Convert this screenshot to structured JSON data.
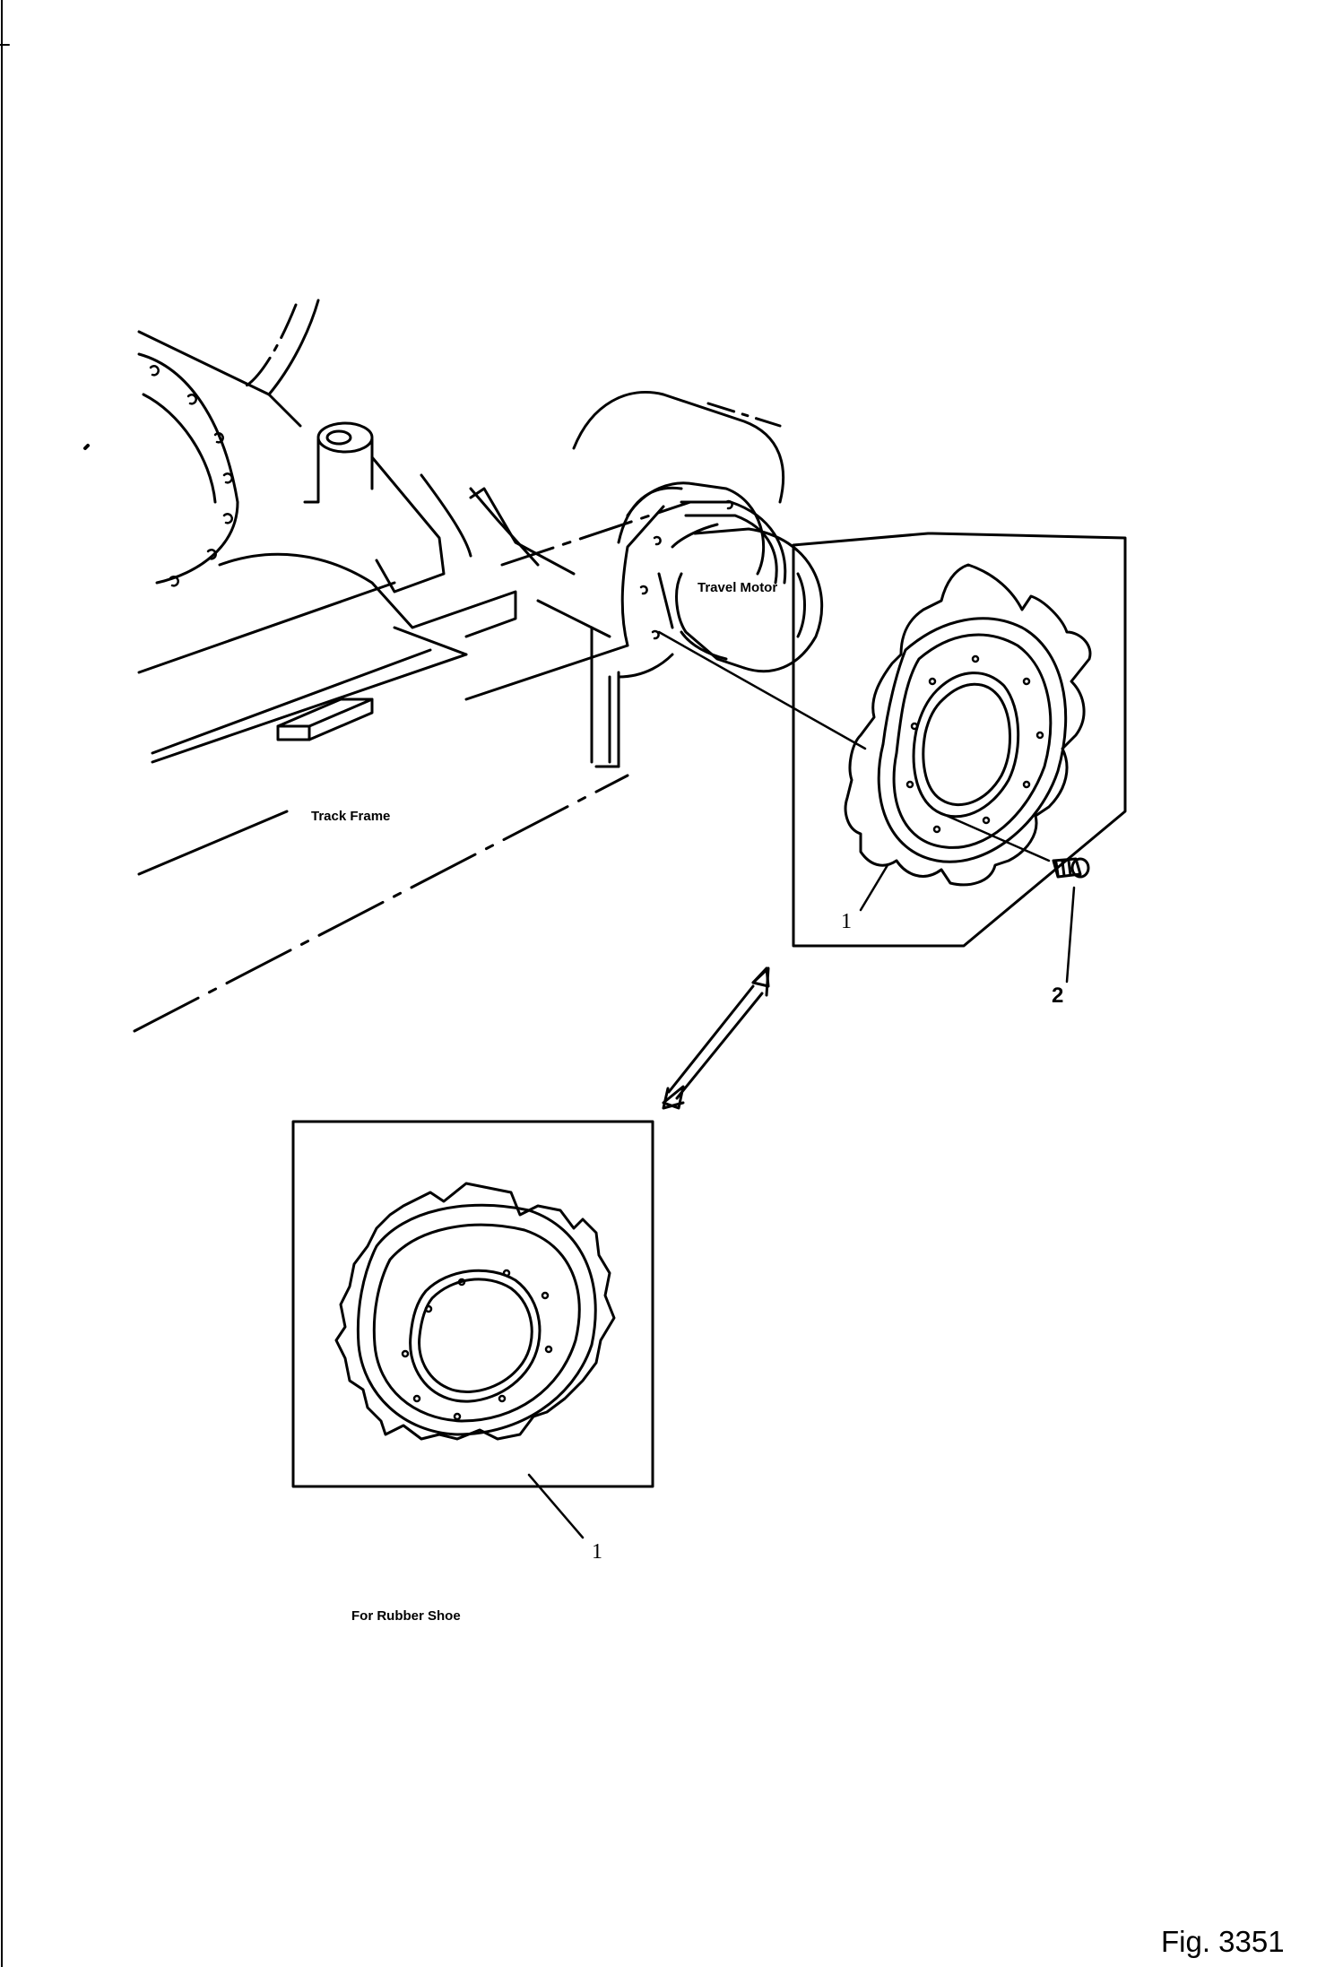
{
  "labels": {
    "travel_motor": "Travel Motor",
    "track_frame": "Track Frame",
    "callout_sprocket": "1",
    "callout_bolt": "2",
    "callout_rubber_sprocket": "1",
    "rubber_caption": "For Rubber Shoe",
    "figure_number": "Fig. 3351"
  }
}
